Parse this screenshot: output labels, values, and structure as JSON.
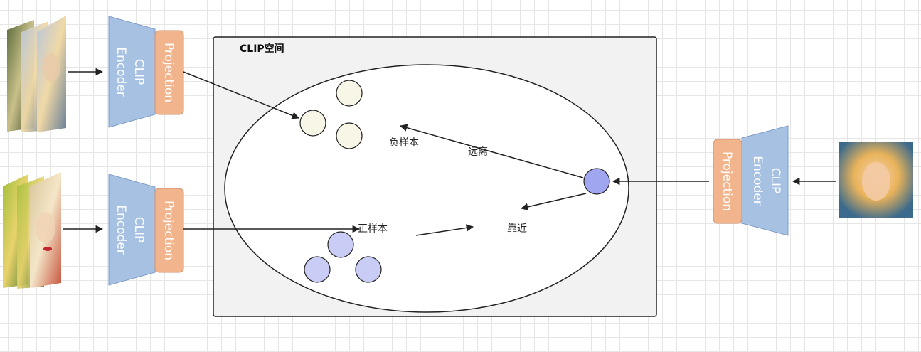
{
  "space": {
    "title": "CLIP空间"
  },
  "encoders": [
    {
      "clip_label": "CLIP",
      "encoder_label": "Encoder",
      "projection_label": "Projection"
    },
    {
      "clip_label": "CLIP",
      "encoder_label": "Encoder",
      "projection_label": "Projection"
    },
    {
      "clip_label": "CLIP",
      "encoder_label": "Encoder",
      "projection_label": "Projection"
    }
  ],
  "labels": {
    "negative_samples": "负样本",
    "positive_samples": "正样本",
    "push_away": "远离",
    "pull_closer": "靠近"
  },
  "colors": {
    "encoder": "#a7c1e3",
    "projection": "#f1b48c",
    "negative_sample": "#f8f6e6",
    "positive_sample": "#c9cdf5",
    "anchor": "#a0a6f0",
    "space_bg": "#f2f2f2"
  }
}
